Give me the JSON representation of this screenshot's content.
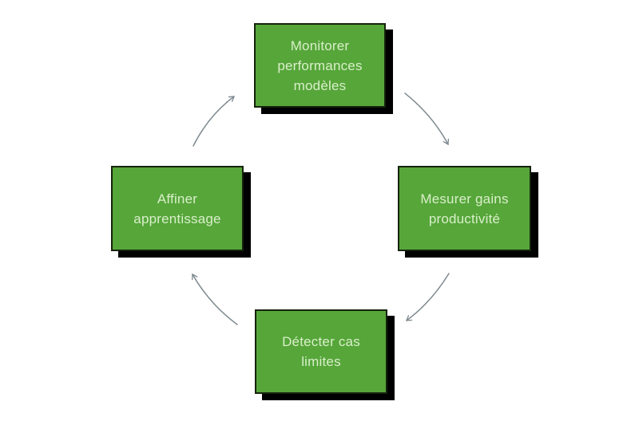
{
  "diagram": {
    "type": "cycle",
    "direction": "clockwise",
    "colors": {
      "background": "#ffffff",
      "box_fill": "#56a63a",
      "box_border": "#16230c",
      "box_text": "#d9efc9",
      "shadow": "#000000",
      "arrow": "#7e8a90"
    },
    "nodes": [
      {
        "id": "monitor",
        "position": "top",
        "label": "Monitorer performances modèles",
        "label_lines": [
          "Monitorer",
          "performances",
          "modèles"
        ]
      },
      {
        "id": "measure",
        "position": "right",
        "label": "Mesurer gains productivité",
        "label_lines": [
          "Mesurer gains",
          "productivité"
        ]
      },
      {
        "id": "detect",
        "position": "bottom",
        "label": "Détecter cas limites",
        "label_lines": [
          "Détecter cas",
          "limites"
        ]
      },
      {
        "id": "refine",
        "position": "left",
        "label": "Affiner apprentissage",
        "label_lines": [
          "Affiner",
          "apprentissage"
        ]
      }
    ],
    "edges": [
      {
        "from": "monitor",
        "to": "measure"
      },
      {
        "from": "measure",
        "to": "detect"
      },
      {
        "from": "detect",
        "to": "refine"
      },
      {
        "from": "refine",
        "to": "monitor"
      }
    ]
  }
}
